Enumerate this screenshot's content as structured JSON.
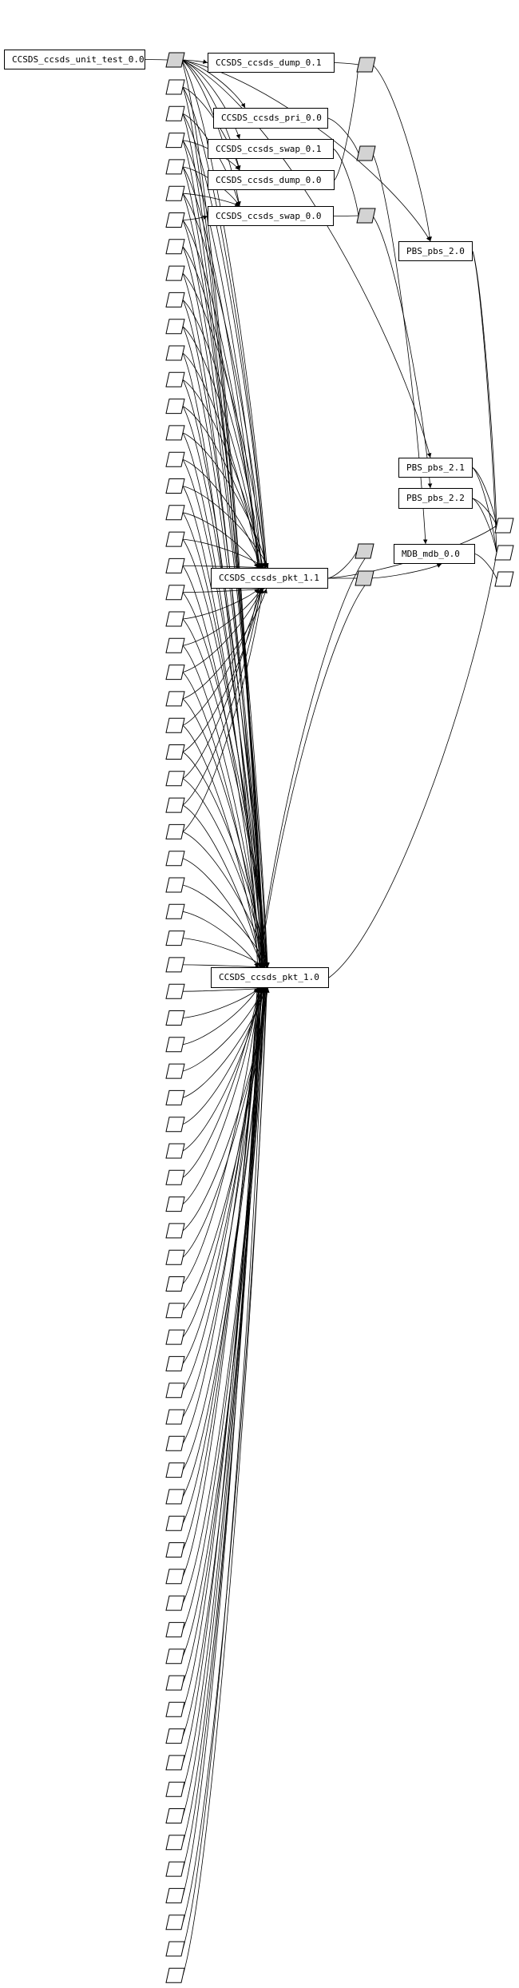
{
  "nodes": {
    "unit": {
      "label": "CCSDS_ccsds_unit_test_0.0"
    },
    "dump01": {
      "label": "CCSDS_ccsds_dump_0.1"
    },
    "pri00": {
      "label": "CCSDS_ccsds_pri_0.0"
    },
    "swap01": {
      "label": "CCSDS_ccsds_swap_0.1"
    },
    "dump00": {
      "label": "CCSDS_ccsds_dump_0.0"
    },
    "swap00": {
      "label": "CCSDS_ccsds_swap_0.0"
    },
    "pbs20": {
      "label": "PBS_pbs_2.0"
    },
    "pbs21": {
      "label": "PBS_pbs_2.1"
    },
    "pbs22": {
      "label": "PBS_pbs_2.2"
    },
    "mdb00": {
      "label": "MDB_mdb_0.0"
    },
    "pkt11": {
      "label": "CCSDS_ccsds_pkt_1.1"
    },
    "pkt10": {
      "label": "CCSDS_ccsds_pkt_1.0"
    }
  },
  "colors": {
    "edge": "#000000",
    "shared_node_fill": "#d3d3d3",
    "input_node_fill": "#ffffff"
  },
  "edges": [
    [
      "unit",
      "g0",
      false
    ],
    [
      "g0",
      "dump01",
      true
    ],
    [
      "g0",
      "pri00",
      true
    ],
    [
      "g0",
      "swap01",
      true
    ],
    [
      "g0",
      "dump00",
      true
    ],
    [
      "g0",
      "swap00",
      true
    ],
    [
      "g0",
      "pbs20",
      true
    ],
    [
      "g0",
      "pbs21",
      true
    ],
    [
      "g0",
      "pkt11",
      true
    ],
    [
      "g0",
      "pkt10",
      true
    ],
    [
      "dump01",
      "g1",
      false
    ],
    [
      "g1",
      "pbs20",
      true
    ],
    [
      "dump00",
      "g1",
      false
    ],
    [
      "pri00",
      "g2",
      false
    ],
    [
      "g2",
      "mdb00",
      true
    ],
    [
      "swap01",
      "g3",
      false
    ],
    [
      "swap00",
      "g3",
      false
    ],
    [
      "g3",
      "pbs22",
      true
    ],
    [
      "pkt11",
      "g4",
      false
    ],
    [
      "pkt11",
      "g5",
      false
    ],
    [
      "g5",
      "mdb00",
      true
    ],
    [
      "g4",
      "pkt10",
      false
    ],
    [
      "g5",
      "pkt10",
      false
    ],
    [
      "pbs20",
      "w0",
      false
    ],
    [
      "pbs20",
      "w1",
      false
    ],
    [
      "pbs21",
      "w0",
      false
    ],
    [
      "pbs21",
      "w1",
      false
    ],
    [
      "pbs22",
      "w0",
      false
    ],
    [
      "pbs22",
      "w1",
      false
    ],
    [
      "mdb00",
      "w2",
      false
    ],
    [
      "pkt11",
      "w0",
      false
    ],
    [
      "pkt10",
      "w1",
      false
    ]
  ],
  "input_targets": [
    [
      "dump00",
      "pkt11",
      "pkt10"
    ],
    [
      "swap00",
      "pkt11",
      "pkt10"
    ],
    [
      "dump00",
      "pkt11",
      "pkt10"
    ],
    [
      "swap00",
      "pkt11",
      "pkt10"
    ],
    [
      "swap00",
      "pkt11",
      "pkt10"
    ],
    [
      "swap00",
      "pkt11",
      "pkt10"
    ],
    [
      "pkt11",
      "pkt10"
    ],
    [
      "pkt11",
      "pkt10"
    ],
    [
      "pkt11",
      "pkt10"
    ],
    [
      "pkt11",
      "pkt10"
    ],
    [
      "pkt11",
      "pkt10"
    ],
    [
      "pkt11",
      "pkt10"
    ],
    [
      "pkt11",
      "pkt10"
    ],
    [
      "pkt11",
      "pkt10"
    ],
    [
      "pkt11",
      "pkt10"
    ],
    [
      "pkt11",
      "pkt10"
    ],
    [
      "pkt11",
      "pkt10"
    ],
    [
      "pkt11",
      "pkt10"
    ],
    [
      "pkt11",
      "pkt10"
    ],
    [
      "pkt11",
      "pkt10"
    ],
    [
      "pkt11",
      "pkt10"
    ],
    [
      "pkt11",
      "pkt10"
    ],
    [
      "pkt11",
      "pkt10"
    ],
    [
      "pkt11",
      "pkt10"
    ],
    [
      "pkt11",
      "pkt10"
    ],
    [
      "pkt11",
      "pkt10"
    ],
    [
      "pkt11",
      "pkt10"
    ],
    [
      "pkt11",
      "pkt10"
    ],
    [
      "pkt11",
      "pkt10"
    ],
    [
      "pkt10"
    ],
    [
      "pkt10"
    ],
    [
      "pkt10"
    ],
    [
      "pkt10"
    ],
    [
      "pkt10"
    ],
    [
      "pkt10"
    ],
    [
      "pkt10"
    ],
    [
      "pkt10"
    ],
    [
      "pkt10"
    ],
    [
      "pkt10"
    ],
    [
      "pkt10"
    ],
    [
      "pkt10"
    ],
    [
      "pkt10"
    ],
    [
      "pkt10"
    ],
    [
      "pkt10"
    ],
    [
      "pkt10"
    ],
    [
      "pkt10"
    ],
    [
      "pkt10"
    ],
    [
      "pkt10"
    ],
    [
      "pkt10"
    ],
    [
      "pkt10"
    ],
    [
      "pkt10"
    ],
    [
      "pkt10"
    ],
    [
      "pkt10"
    ],
    [
      "pkt10"
    ],
    [
      "pkt10"
    ],
    [
      "pkt10"
    ],
    [
      "pkt10"
    ],
    [
      "pkt10"
    ],
    [
      "pkt10"
    ],
    [
      "pkt10"
    ],
    [
      "pkt10"
    ],
    [
      "pkt10"
    ],
    [
      "pkt10"
    ],
    [
      "pkt10"
    ],
    [
      "pkt10"
    ],
    [
      "pkt10"
    ],
    [
      "pkt10"
    ],
    [
      "pkt10"
    ],
    [
      "pkt10"
    ],
    [
      "pkt10"
    ],
    [
      "pkt10"
    ],
    [
      "pkt10"
    ]
  ]
}
